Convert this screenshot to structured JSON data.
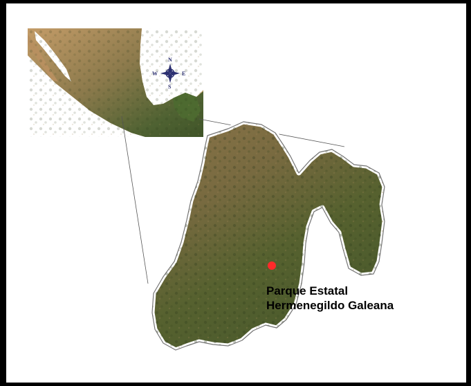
{
  "map": {
    "compass": {
      "north": "N",
      "south": "S",
      "east": "E",
      "west": "W"
    },
    "marker": {
      "label_line1": "Parque Estatal",
      "label_line2": "Hermenegildo Galeana",
      "color": "#ff2a2a"
    },
    "colors": {
      "water": "#ffffff",
      "land_desert": "#b08a5a",
      "land_green": "#4c5a2e",
      "state_fill": "#6b6a3a",
      "state_outline": "#ffffff",
      "frame": "#000000"
    }
  }
}
